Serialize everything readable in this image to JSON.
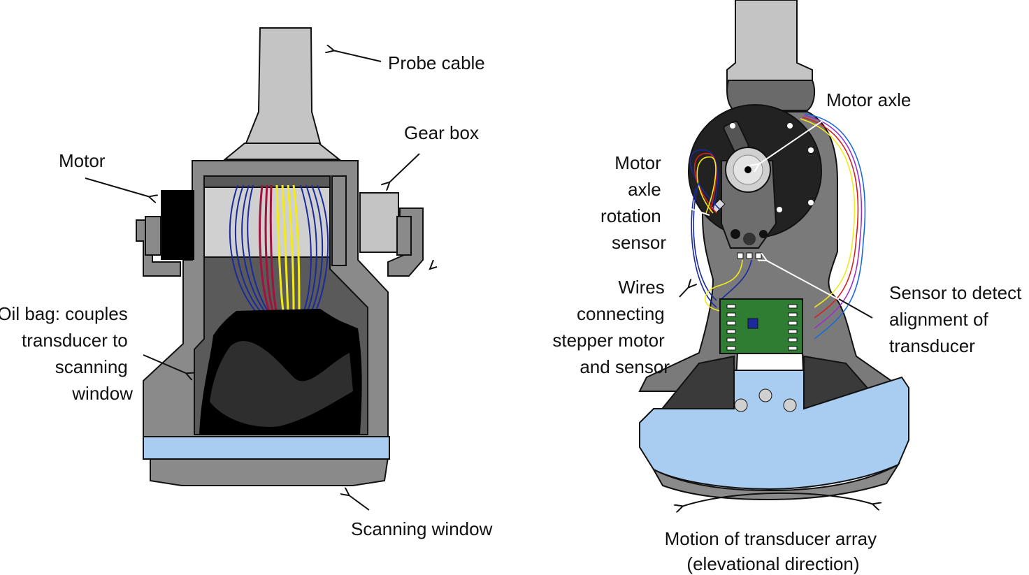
{
  "left_panel": {
    "labels": {
      "probe_cable": "Probe cable",
      "gear_box": "Gear box",
      "motor": "Motor",
      "oil_bag": [
        "Oil bag: couples",
        "transducer to",
        "scanning",
        "window"
      ],
      "scanning_window": "Scanning window"
    }
  },
  "right_panel": {
    "labels": {
      "motor_axle": "Motor axle",
      "rotation_sensor": [
        "Motor",
        "axle",
        "rotation",
        "sensor"
      ],
      "wires": [
        "Wires",
        "connecting",
        "stepper motor",
        "and sensor"
      ],
      "alignment_sensor": [
        "Sensor to detect",
        "alignment of",
        "transducer"
      ],
      "motion": [
        "Motion of transducer array",
        "(elevational direction)"
      ]
    }
  },
  "colors": {
    "body_gray": "#8a8a8a",
    "dark_gray": "#5a5a5a",
    "light_gray": "#c4c4c4",
    "window_blue": "#a9cdf0",
    "black": "#000000",
    "pcb_green": "#2e7d32",
    "wire_blue": "#1a2a9a",
    "wire_red": "#a0143c",
    "wire_yellow": "#f2ea1a"
  }
}
